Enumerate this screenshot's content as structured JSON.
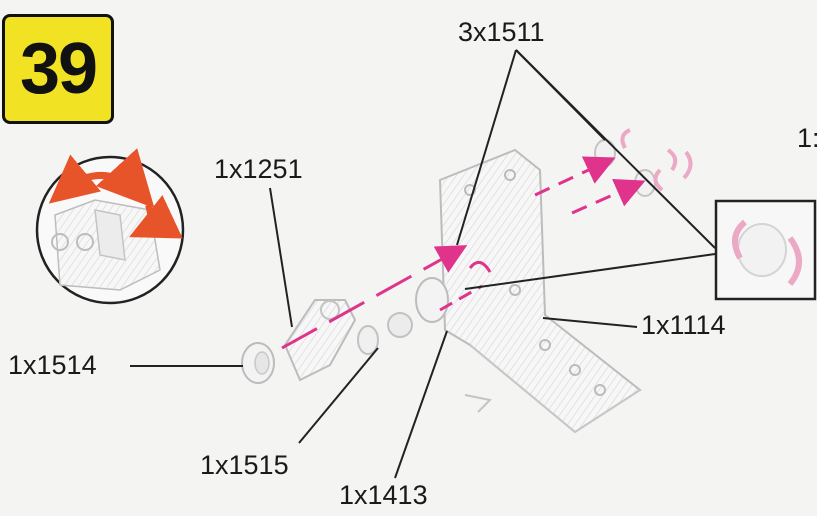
{
  "step": {
    "number": "39"
  },
  "labels": {
    "part_1511": "3x1511",
    "part_1251": "1x1251",
    "part_1514": "1x1514",
    "part_1114": "1x1114",
    "part_1515": "1x1515",
    "part_1413": "1x1413",
    "offpage_partial": "1:"
  },
  "colors": {
    "badge": "#f2e224",
    "arrow": "#e0338c",
    "rotate_arrow": "#e8542a",
    "part_outline": "#b8b8b8",
    "leader": "#222222"
  },
  "icons": [
    "rotate-arrows-icon",
    "assembly-arrow-icon",
    "nut-detail-icon"
  ]
}
